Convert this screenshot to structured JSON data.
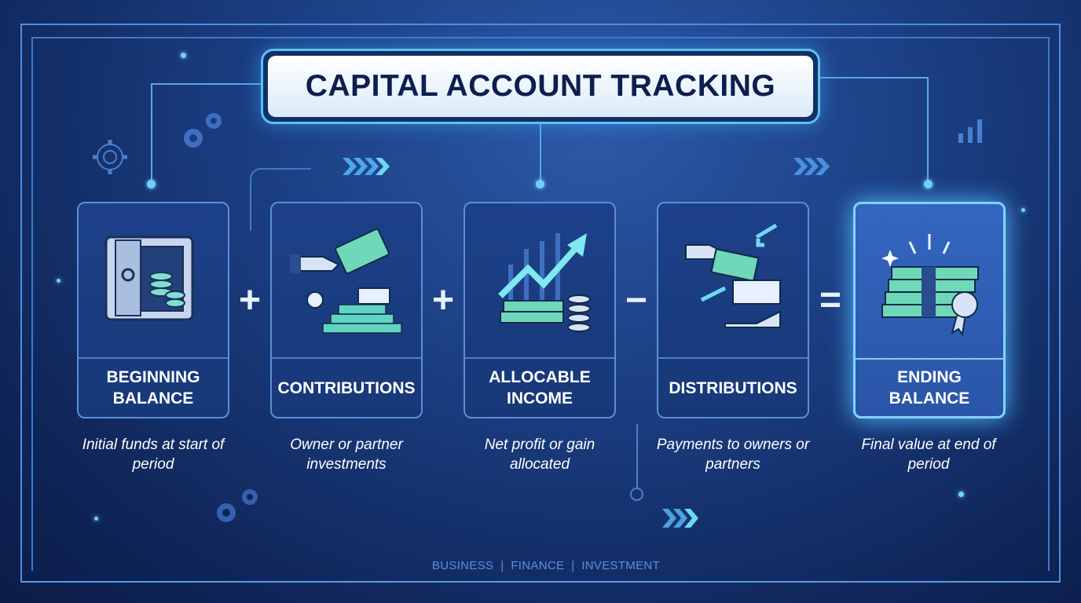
{
  "title": "CAPITAL ACCOUNT TRACKING",
  "steps": [
    {
      "label": "BEGINNING BALANCE",
      "description": "Initial funds at start of period",
      "icon": "safe-icon"
    },
    {
      "label": "CONTRIBUTIONS",
      "description": "Owner or partner investments",
      "icon": "money-hand-icon"
    },
    {
      "label": "ALLOCABLE INCOME",
      "description": "Net profit or gain allocated",
      "icon": "growth-chart-icon"
    },
    {
      "label": "DISTRIBUTIONS",
      "description": "Payments to owners or partners",
      "icon": "payment-icon"
    },
    {
      "label": "ENDING BALANCE",
      "description": "Final value at end of period",
      "icon": "cash-stack-icon"
    }
  ],
  "operators": [
    "+",
    "+",
    "−",
    "="
  ],
  "footer": "BUSINESS  |  FINANCE  |  INVESTMENT",
  "colors": {
    "accent": "#5cc0f0",
    "background": "#1b3e82",
    "title_text": "#0d1f4f"
  }
}
